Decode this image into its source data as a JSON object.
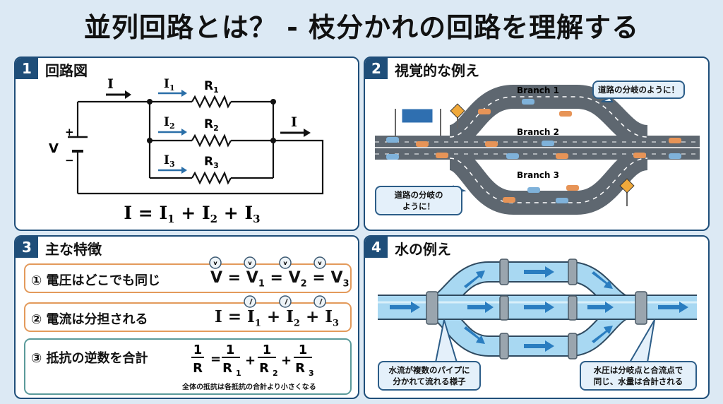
{
  "title": "並列回路とは？ - 枝分かれの回路を理解する",
  "colors": {
    "navy": "#1f4e79",
    "background": "#dce9f4",
    "orange": "#e39a5b",
    "teal": "#5a9a9a",
    "water": "#9fd2ef",
    "arrow": "#2a7dc0"
  },
  "panel1": {
    "number": "1",
    "title": "回路図",
    "labels": {
      "i_main": "I",
      "i_out": "I",
      "v": "V",
      "plus": "+",
      "minus": "−",
      "branches": [
        {
          "i": "I",
          "i_sub": "1",
          "r": "R",
          "r_sub": "1"
        },
        {
          "i": "I",
          "i_sub": "2",
          "r": "R",
          "r_sub": "2"
        },
        {
          "i": "I",
          "i_sub": "3",
          "r": "R",
          "r_sub": "3"
        }
      ]
    },
    "formula": {
      "lhs": "I = I",
      "s1": "1",
      "p1": " + I",
      "s2": "2",
      "p2": " + I",
      "s3": "3"
    }
  },
  "panel2": {
    "number": "2",
    "title": "視覚的な例え",
    "branch1": "Branch 1",
    "branch2": "Branch 2",
    "branch3": "Branch 3",
    "callout_top": "道路の分岐のように！",
    "callout_bottom_line1": "道路の分岐の",
    "callout_bottom_line2": "ように！"
  },
  "panel3": {
    "number": "3",
    "title": "主な特徴",
    "rows": [
      {
        "label": "① 電圧はどこでも同じ",
        "meter_icon": "voltmeter-icon",
        "meter_glyph": "V"
      },
      {
        "label": "② 電流は分担される",
        "meter_icon": "ammeter-icon"
      },
      {
        "label": "③ 抵抗の逆数を合計",
        "note": "全体の抵抗は各抵抗の合計より小さくなる"
      }
    ],
    "f1": {
      "a": "V = V",
      "s1": "1",
      "b": " = V",
      "s2": "2",
      "c": " = V",
      "s3": "3"
    },
    "f2": {
      "a": "I = I",
      "s1": "1",
      "b": " + I",
      "s2": "2",
      "c": " + I",
      "s3": "3"
    },
    "f3": {
      "one": "1",
      "r": "R",
      "eq": "=",
      "plus": "+",
      "sub1": "1",
      "sub2": "2",
      "sub3": "3"
    }
  },
  "panel4": {
    "number": "4",
    "title": "水の例え",
    "callout_left_line1": "水流が複数のパイプに",
    "callout_left_line2": "分かれて流れる様子",
    "callout_right_line1": "水圧は分岐点と合流点で",
    "callout_right_line2": "同じ、水量は合計される"
  }
}
